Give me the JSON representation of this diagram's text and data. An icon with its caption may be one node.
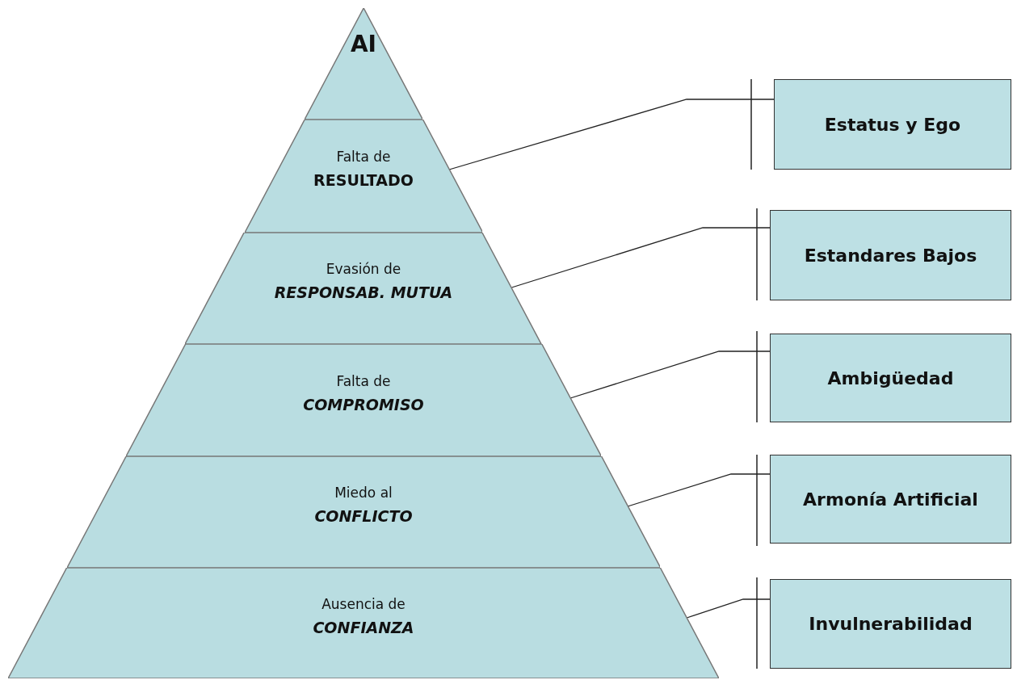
{
  "diagram": {
    "nodes": [
      {
        "text": [
          "AI"
        ]
      },
      {
        "text": [
          "Falta de",
          "RESULTADO"
        ]
      },
      {
        "text": [
          "Evasión de",
          "RESPONSAB. MUTUA"
        ]
      },
      {
        "text": [
          "Falta de",
          "COMPROMISO"
        ]
      },
      {
        "text": [
          "Miedo al",
          "CONFLICTO"
        ]
      },
      {
        "text": [
          "Ausencia de",
          "CONFIANZA"
        ]
      },
      {
        "text": [
          "Estatus y Ego"
        ]
      },
      {
        "text": [
          "Estandares Bajos"
        ]
      },
      {
        "text": [
          "Ambigüedad"
        ]
      },
      {
        "text": [
          "Armonía Artificial"
        ]
      },
      {
        "text": [
          "Invulnerabilidad"
        ]
      }
    ],
    "edges": [
      {
        "from": 1,
        "to": 6,
        "arrow": "none"
      },
      {
        "from": 2,
        "to": 7,
        "arrow": "none"
      },
      {
        "from": 3,
        "to": 8,
        "arrow": "none"
      },
      {
        "from": 4,
        "to": 9,
        "arrow": "none"
      },
      {
        "from": 5,
        "to": 10,
        "arrow": "none"
      }
    ]
  }
}
